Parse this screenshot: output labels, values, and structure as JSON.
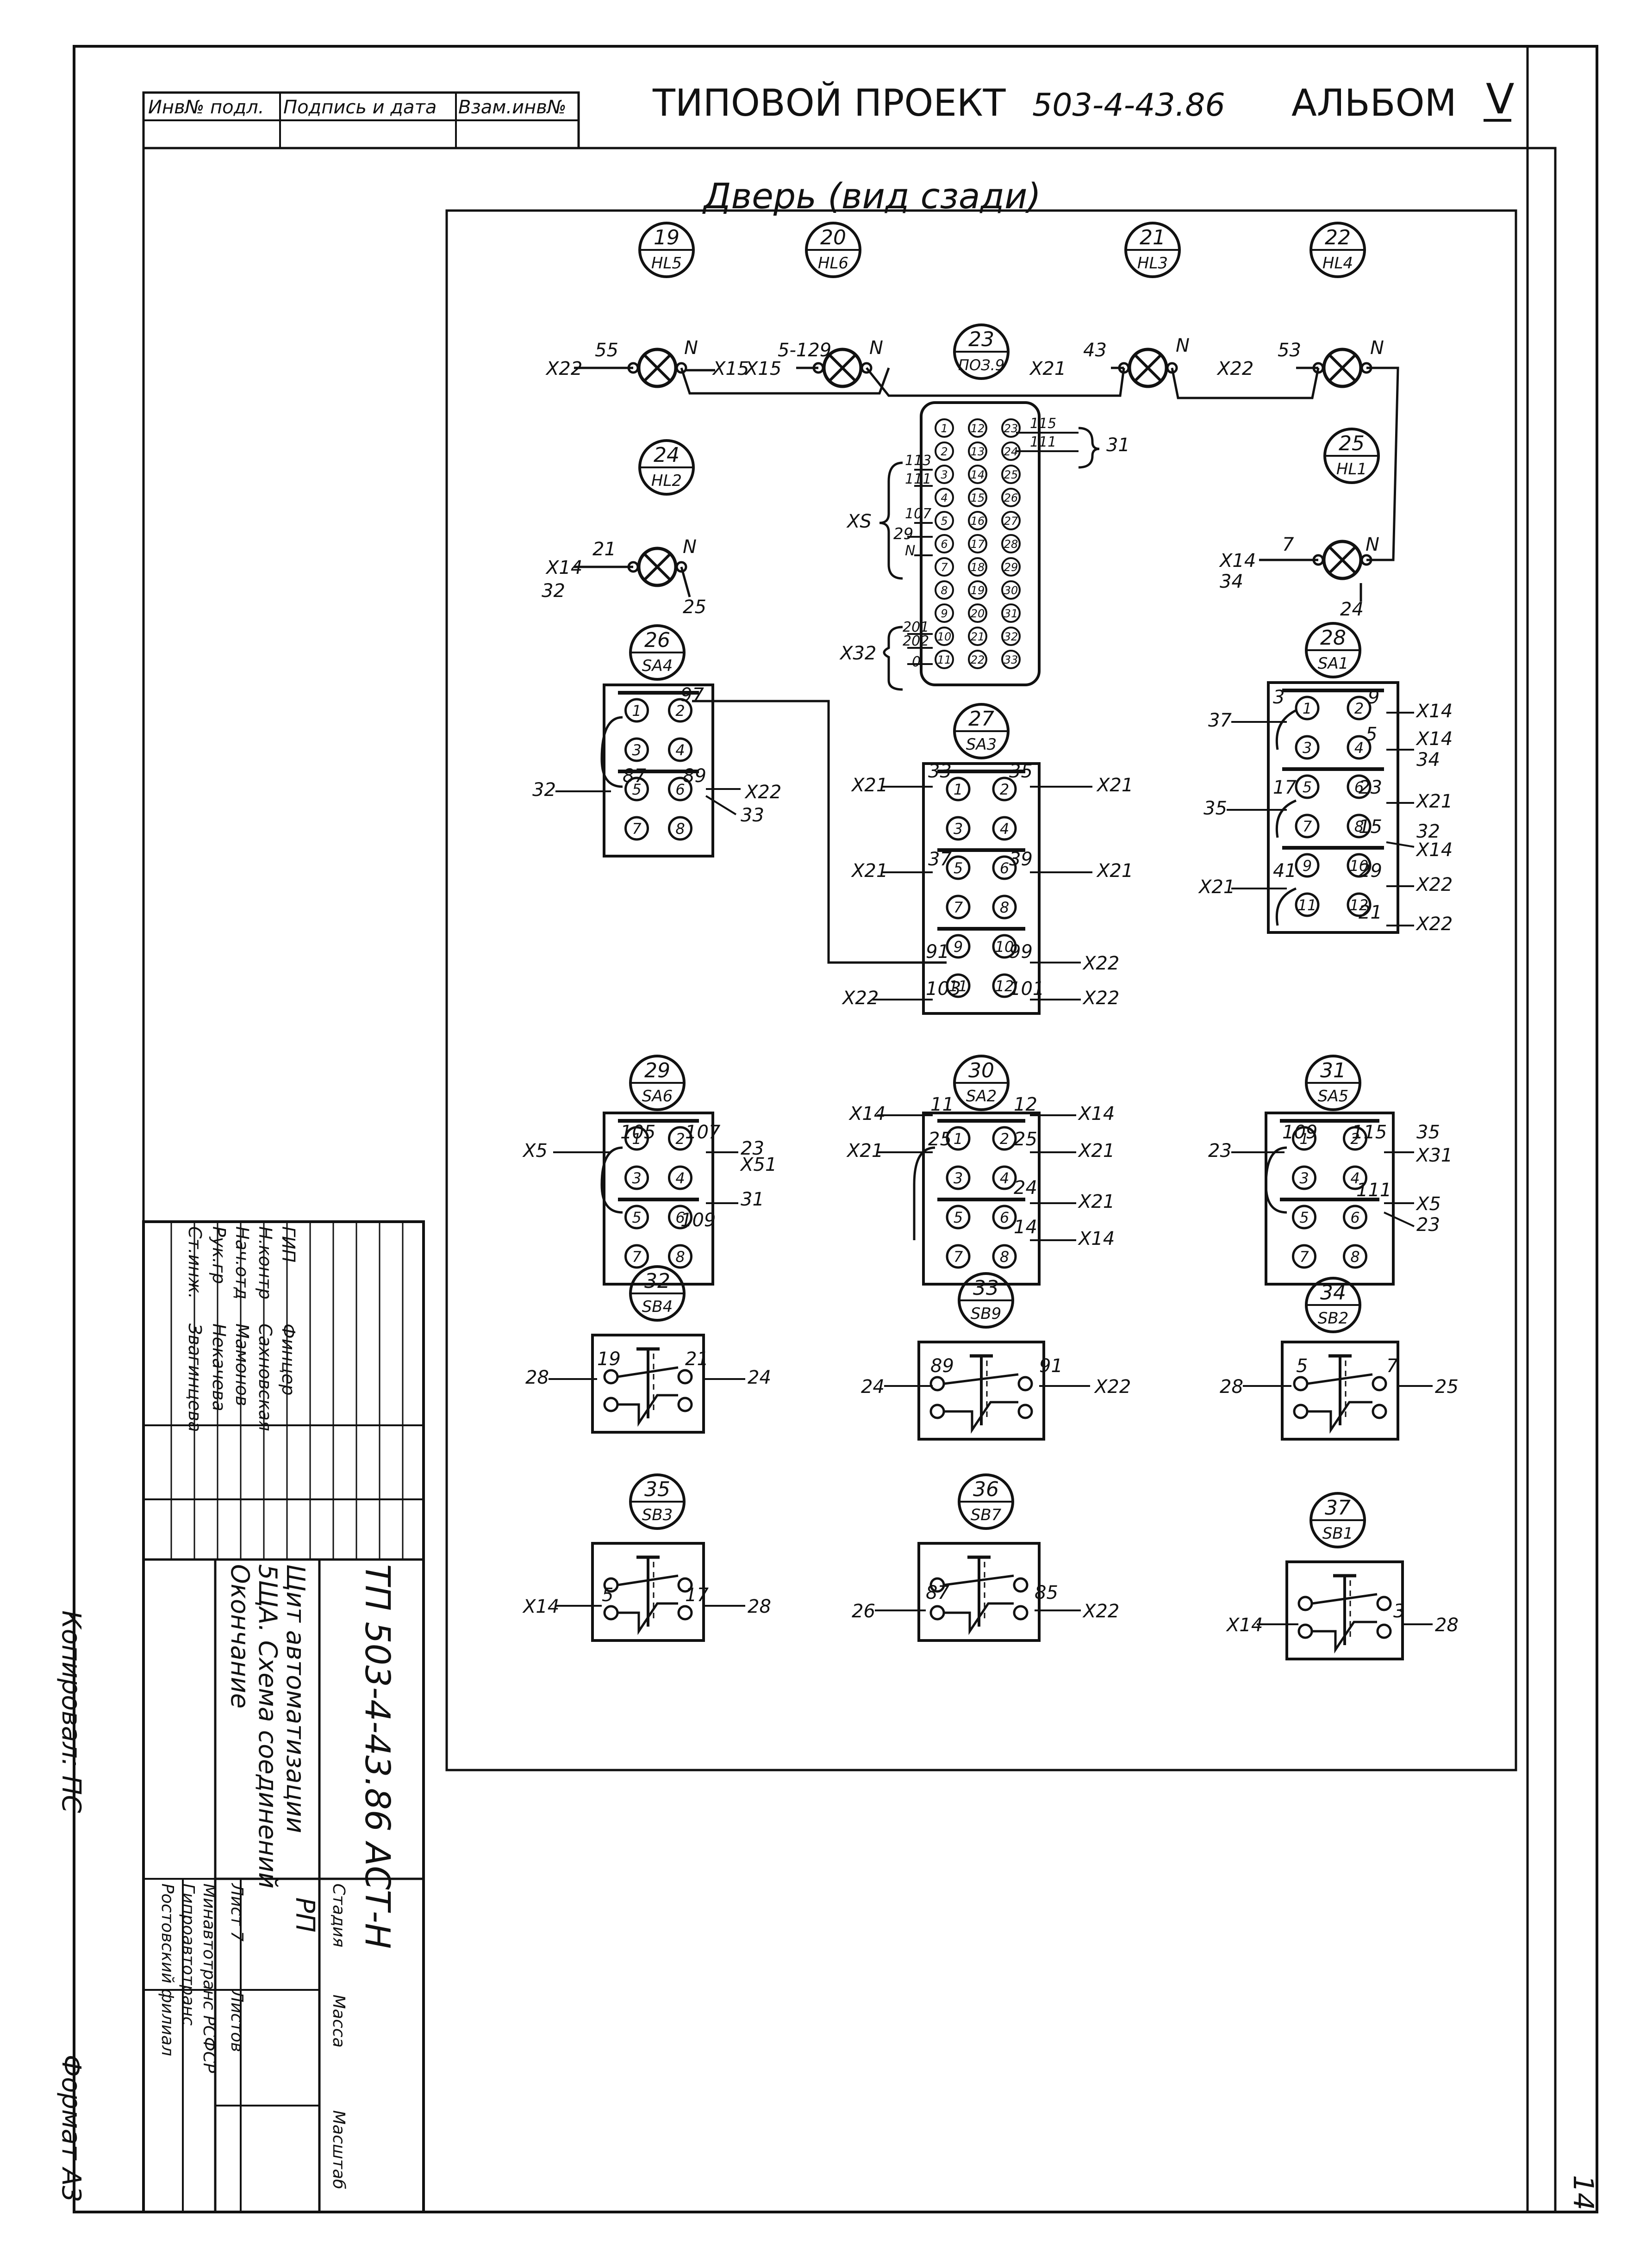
{
  "header": {
    "stamp_cells": [
      "Инв№ подл.",
      "Подпись и дата",
      "Взам.инв№"
    ],
    "project_label": "ТИПОВОЙ  ПРОЕКТ",
    "project_number": "503-4-43.86",
    "album_label": "АЛЬБОМ",
    "album_number": "V"
  },
  "diagram": {
    "title": "Дверь (вид сзади)",
    "lamps": [
      {
        "num": "19",
        "ref": "HL5"
      },
      {
        "num": "20",
        "ref": "HL6"
      },
      {
        "num": "21",
        "ref": "HL3"
      },
      {
        "num": "22",
        "ref": "HL4"
      },
      {
        "num": "24",
        "ref": "HL2"
      },
      {
        "num": "25",
        "ref": "HL1"
      }
    ],
    "connector": {
      "num": "23",
      "ref": "ПОЗ.9",
      "group_xs": "XS",
      "group_x32": "X32",
      "group_right": "31",
      "label_29": "29"
    },
    "switches": [
      {
        "num": "26",
        "ref": "SA4"
      },
      {
        "num": "27",
        "ref": "SA3"
      },
      {
        "num": "28",
        "ref": "SA1"
      },
      {
        "num": "29",
        "ref": "SA6"
      },
      {
        "num": "30",
        "ref": "SA2"
      },
      {
        "num": "31",
        "ref": "SA5"
      }
    ],
    "buttons": [
      {
        "num": "32",
        "ref": "SB4"
      },
      {
        "num": "33",
        "ref": "SB9"
      },
      {
        "num": "34",
        "ref": "SB2"
      },
      {
        "num": "35",
        "ref": "SB3"
      },
      {
        "num": "36",
        "ref": "SB7"
      },
      {
        "num": "37",
        "ref": "SB1"
      }
    ]
  },
  "title_block": {
    "roles": [
      "ГИП",
      "Н.контр",
      "Нач.отд",
      "Рук.гр",
      "Ст.инж."
    ],
    "names": [
      "Финцер",
      "Сахновская",
      "Мамонов",
      "Некачева",
      "Звагинцева"
    ],
    "doc_code": "ТП 503-4-43.86  АСТ-Н",
    "doc_title_1": "Щит автоматизации",
    "doc_title_2": "5ЩА. Схема соединений",
    "doc_title_3": "Окончание",
    "stage_header": "Стадия",
    "mass_header": "Масса",
    "scale_header": "Масштаб",
    "stage": "РП",
    "sheet": "Лист 7",
    "sheets": "Листов",
    "org_1": "Минавтотранс РСФСР",
    "org_2": "Гипроавтотранс",
    "org_3": "Ростовский филиал"
  },
  "footer": {
    "copied": "Копировал: ПС",
    "format": "Формат А3",
    "page_number": "14"
  }
}
